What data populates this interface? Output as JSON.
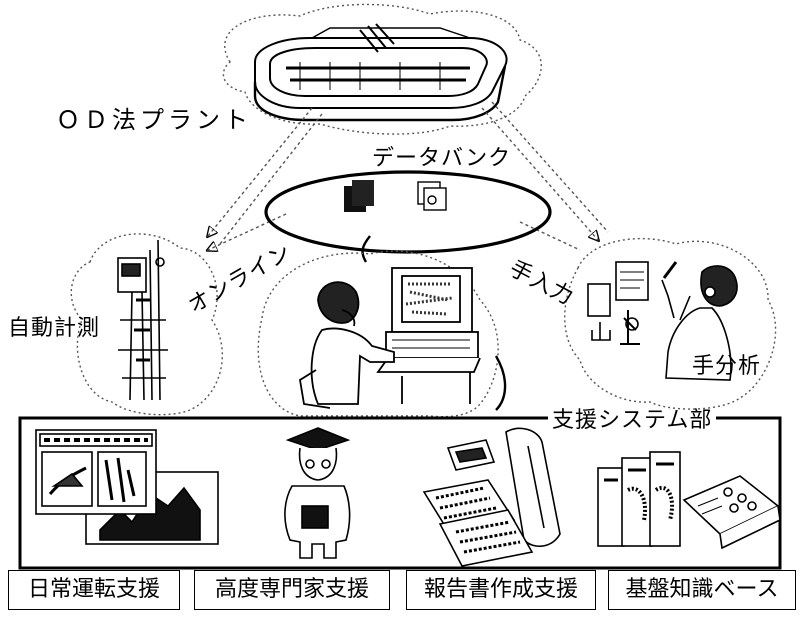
{
  "labels": {
    "plant": "ＯＤ法プラント",
    "databank": "データバンク",
    "online": "オンライン",
    "manual_input": "手入力",
    "auto_measure": "自動計測",
    "manual_analysis": "手分析",
    "support_section": "支援システム部"
  },
  "bottom_boxes": [
    "日常運転支援",
    "高度専門家支援",
    "報告書作成支援",
    "基盤知識ベース"
  ],
  "illustrations": {
    "plant": "oxidation-ditch-plant",
    "auto_measure": "measuring-instruments",
    "operator": "computer-operator",
    "manual_analysis": "lab-analyst",
    "daily_support": "monitor-graphs",
    "expert": "professor-figure",
    "report": "newspapers-scroll",
    "knowledge": "books-manual"
  }
}
